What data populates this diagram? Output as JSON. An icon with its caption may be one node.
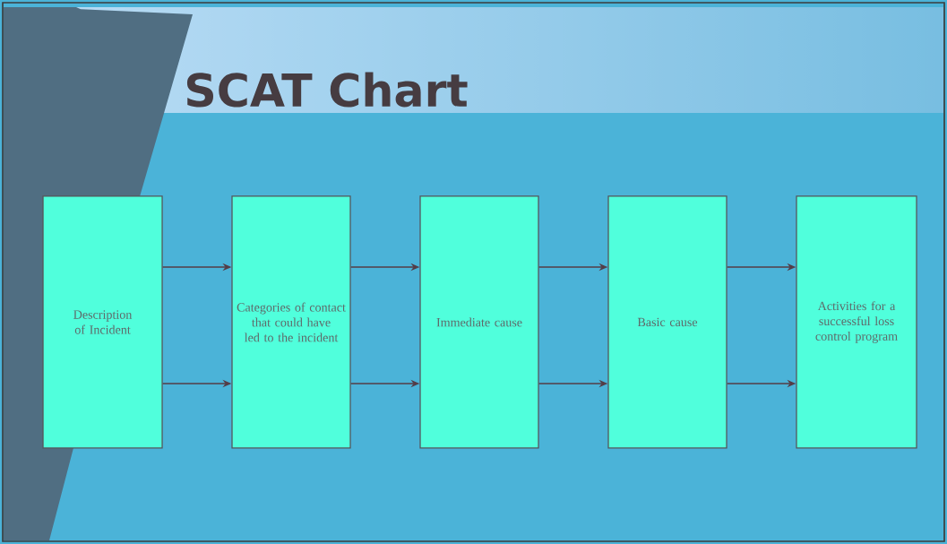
{
  "diagram": {
    "title": "SCAT Chart",
    "nodes": [
      {
        "text": [
          "Description of Incident"
        ]
      },
      {
        "text": [
          "Categories of contact that could have led to the incident"
        ]
      },
      {
        "text": [
          "Immediate cause"
        ]
      },
      {
        "text": [
          "Basic cause"
        ]
      },
      {
        "text": [
          "Activities for a successful loss control program"
        ]
      }
    ],
    "edges": [
      {
        "from": 0,
        "to": 1,
        "arrow": "to"
      },
      {
        "from": 0,
        "to": 1,
        "arrow": "to"
      },
      {
        "from": 1,
        "to": 2,
        "arrow": "to"
      },
      {
        "from": 1,
        "to": 2,
        "arrow": "to"
      },
      {
        "from": 2,
        "to": 3,
        "arrow": "to"
      },
      {
        "from": 2,
        "to": 3,
        "arrow": "to"
      },
      {
        "from": 3,
        "to": 4,
        "arrow": "to"
      },
      {
        "from": 3,
        "to": 4,
        "arrow": "to"
      }
    ]
  }
}
